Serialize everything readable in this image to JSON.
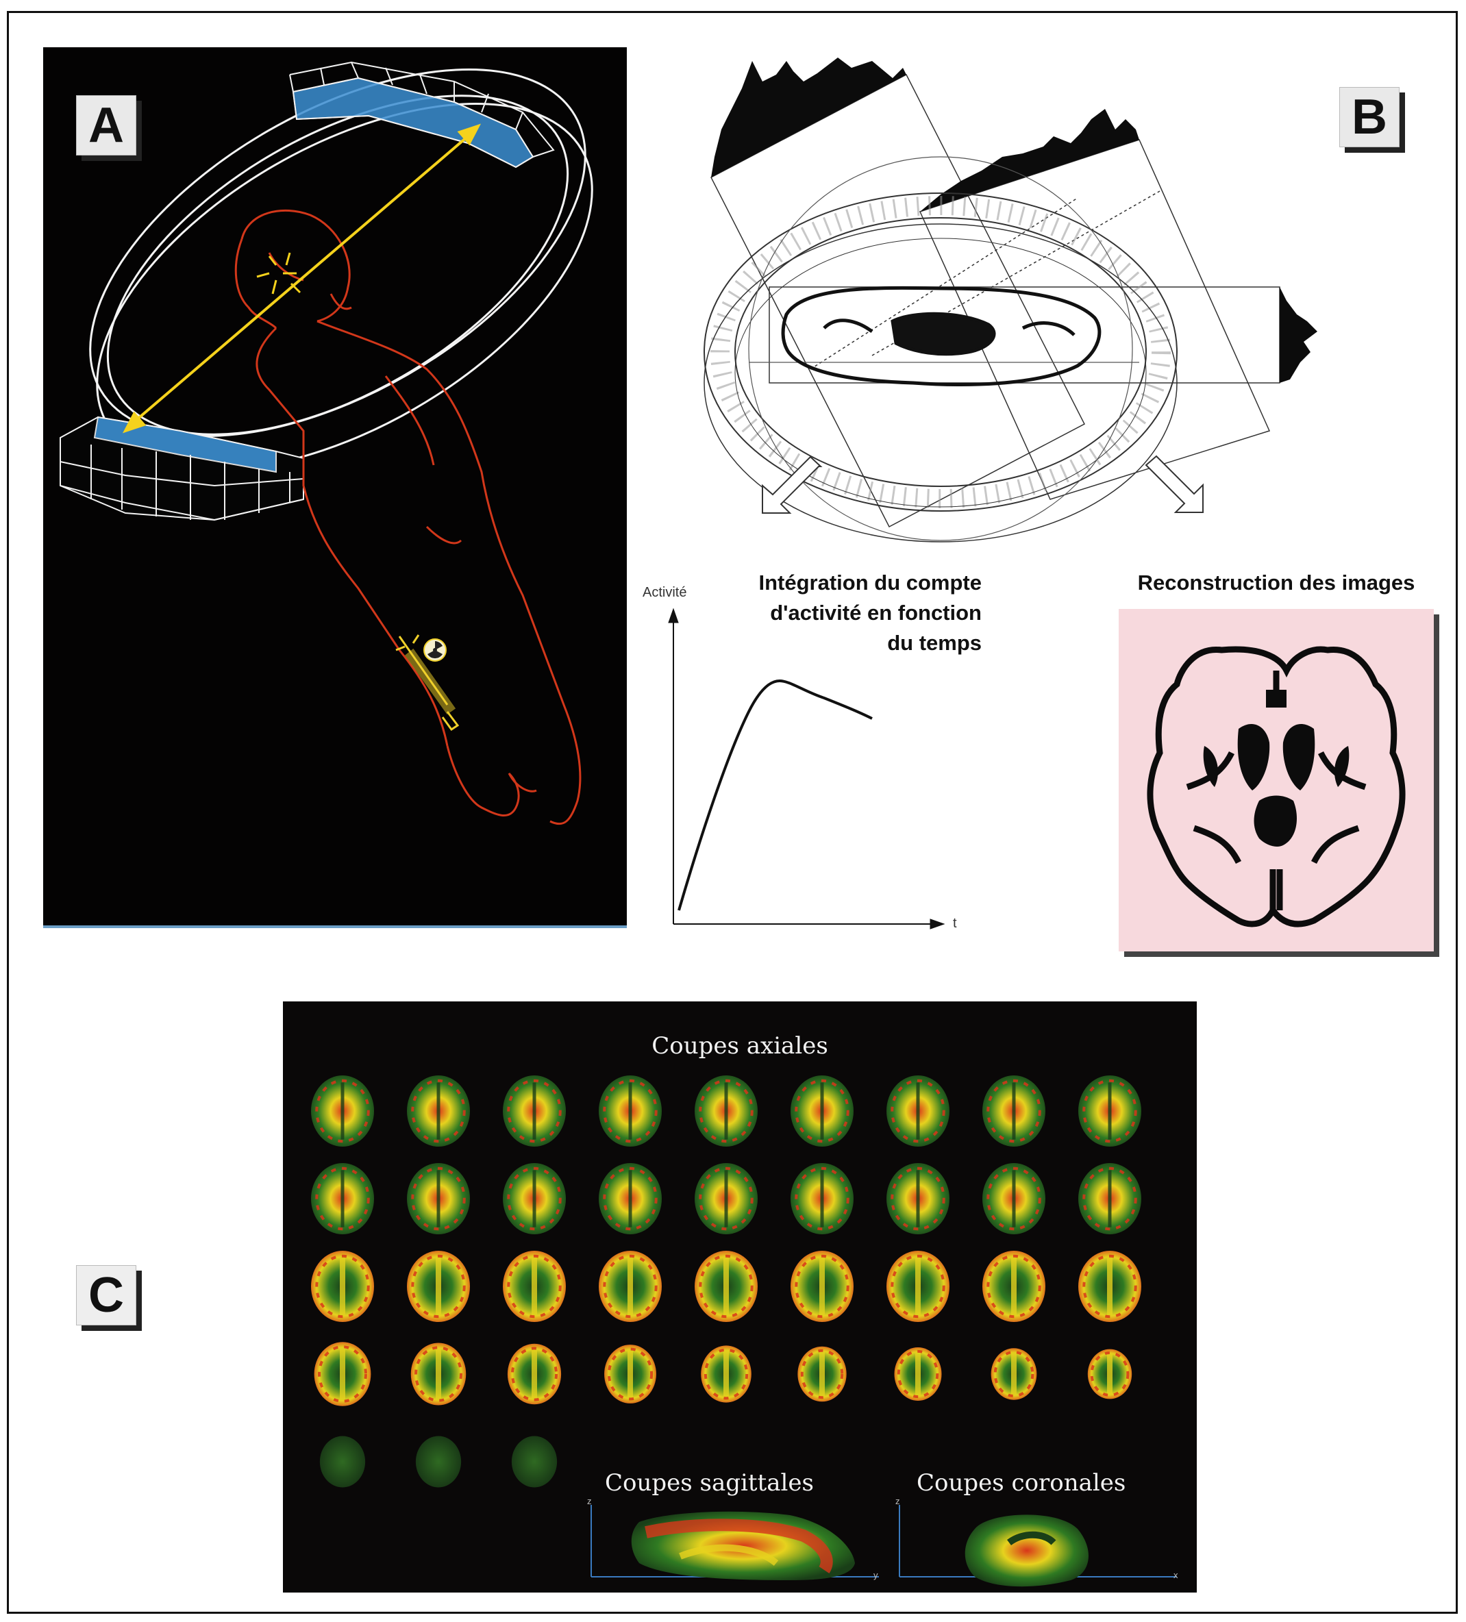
{
  "panels": {
    "a": {
      "label": "A"
    },
    "b": {
      "label": "B",
      "integration_title": [
        "Intégration du compte",
        "d'activité en fonction",
        "du temps"
      ],
      "reconstruction_title": "Reconstruction des images",
      "graph_ylabel": "Activité",
      "graph_xlabel": "t"
    },
    "c": {
      "label": "C",
      "axial_title": "Coupes axiales",
      "sagittal_title": "Coupes sagittales",
      "coronal_title": "Coupes coronales",
      "sagittal_axes": {
        "v": "z",
        "h": "y"
      },
      "coronal_axes": {
        "v": "z",
        "h": "x"
      },
      "axial_rows": [
        9,
        9,
        9,
        9,
        3
      ]
    }
  },
  "colors": {
    "panel_background": "#040303",
    "detector_blue": "#3c8fd2",
    "body_outline": "#d2371a",
    "annihilation": "#f5d21c",
    "pink": "#f7d9dd",
    "pet_green": "#1f5a1c",
    "pet_yellow": "#e6d21e",
    "pet_red": "#d8361a"
  }
}
